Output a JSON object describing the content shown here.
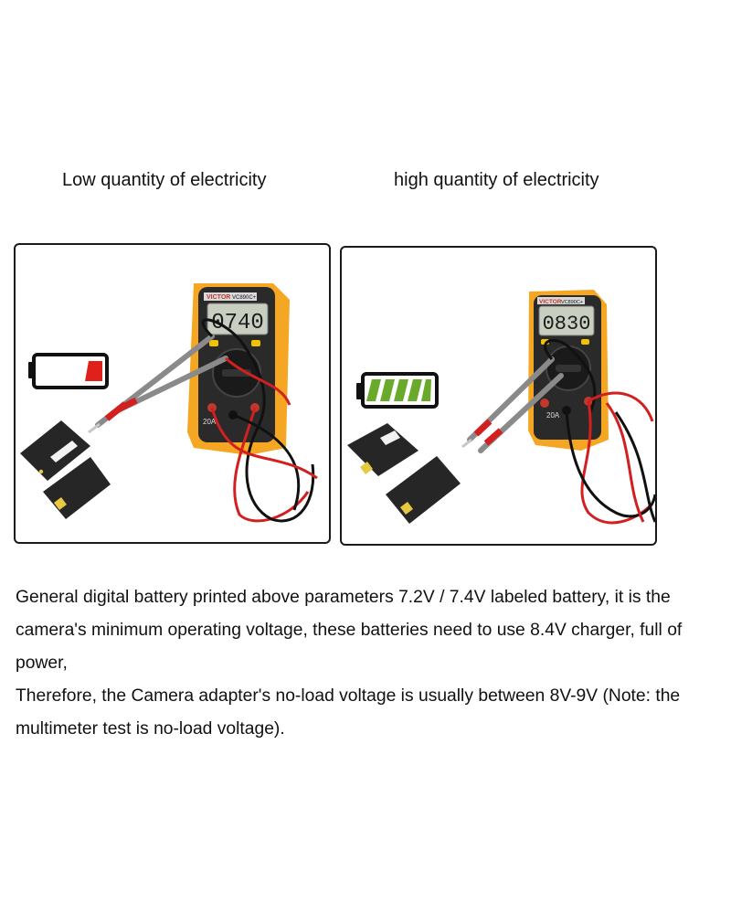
{
  "captions": {
    "left": "Low quantity of electricity",
    "right": "high quantity of electricity"
  },
  "panels": {
    "left": {
      "reading": "0740",
      "brand": "VICTOR",
      "model": "VC890C+",
      "range": "20A",
      "battery_level": 0.2,
      "battery_color": "#e0201b",
      "icons": [
        "battery-low-icon",
        "multimeter-icon",
        "camera-battery-icon"
      ]
    },
    "right": {
      "reading": "0830",
      "brand": "VICTOR",
      "model": "VC890C+",
      "range": "20A",
      "battery_level": 1.0,
      "battery_color": "#6aaa2a",
      "icons": [
        "battery-full-icon",
        "multimeter-icon",
        "camera-battery-icon"
      ]
    }
  },
  "body": {
    "paragraph1": "General digital battery printed above parameters 7.2V / 7.4V labeled battery, it is the camera's minimum operating voltage, these batteries need to use 8.4V charger, full of power,",
    "paragraph2": "Therefore, the Camera adapter's no-load voltage is usually between 8V-9V (Note: the multimeter test is no-load voltage)."
  },
  "colors": {
    "meter_body": "#f5a623",
    "meter_face": "#2a2a2a",
    "lcd": "#c9cfc0",
    "probe_red": "#d21f1f",
    "probe_black": "#1a1a1a",
    "probe_grey": "#8a8a8a"
  }
}
